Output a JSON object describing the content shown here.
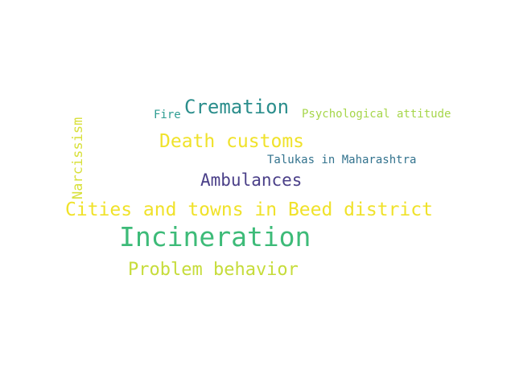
{
  "words": {
    "incineration": {
      "text": "Incineration",
      "color": "#3dbb78"
    },
    "cities": {
      "text": "Cities and towns in Beed district",
      "color": "#f0e22a"
    },
    "problem": {
      "text": "Problem behavior",
      "color": "#c6dc3a"
    },
    "death": {
      "text": "Death customs",
      "color": "#f0e22a"
    },
    "cremation": {
      "text": "Cremation",
      "color": "#2b8e8c"
    },
    "ambulances": {
      "text": "Ambulances",
      "color": "#4a3f88"
    },
    "narcissism": {
      "text": "Narcissism",
      "color": "#d8e03a"
    },
    "psychological": {
      "text": "Psychological attitude",
      "color": "#a6d64a"
    },
    "talukas": {
      "text": "Talukas in Maharashtra",
      "color": "#33738e"
    },
    "fire": {
      "text": "Fire",
      "color": "#2e9d92"
    }
  }
}
